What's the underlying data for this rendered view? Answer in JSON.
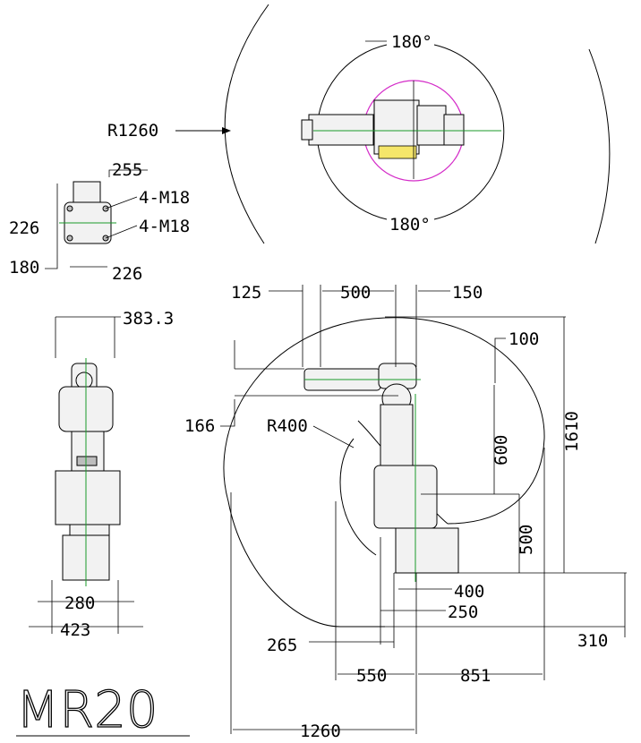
{
  "title": "MR20",
  "colors": {
    "line": "#000000",
    "axis": "#1a9a2a",
    "envelope_magenta": "#d42cc8",
    "highlight_yellow": "#f5e66a",
    "background": "#ffffff"
  },
  "top_view": {
    "rotation_top": "180°",
    "rotation_bottom": "180°",
    "radius": "R1260"
  },
  "base_mount": {
    "width_top": "255",
    "bolts_upper": "4-M18",
    "bolts_lower": "4-M18",
    "height_left": "226",
    "offset_left": "180",
    "width_bottom": "226"
  },
  "front_view": {
    "top_width": "383.3",
    "base_width": "280",
    "total_width": "423"
  },
  "side_view": {
    "offset_125": "125",
    "arm_500": "500",
    "offset_150": "150",
    "wrist_100": "100",
    "height_1610": "1610",
    "offset_166": "166",
    "radius_r400": "R400",
    "arm_600": "600",
    "reach_500": "500",
    "base_400": "400",
    "base_250": "250",
    "base_310": "310",
    "offset_265": "265",
    "reach_550": "550",
    "reach_851": "851",
    "reach_1260": "1260"
  }
}
